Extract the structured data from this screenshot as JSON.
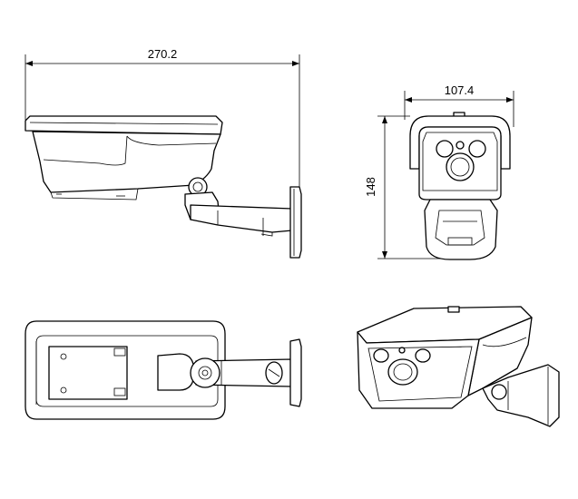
{
  "dimensions": {
    "length": "270.2",
    "width": "107.4",
    "height": "148"
  }
}
